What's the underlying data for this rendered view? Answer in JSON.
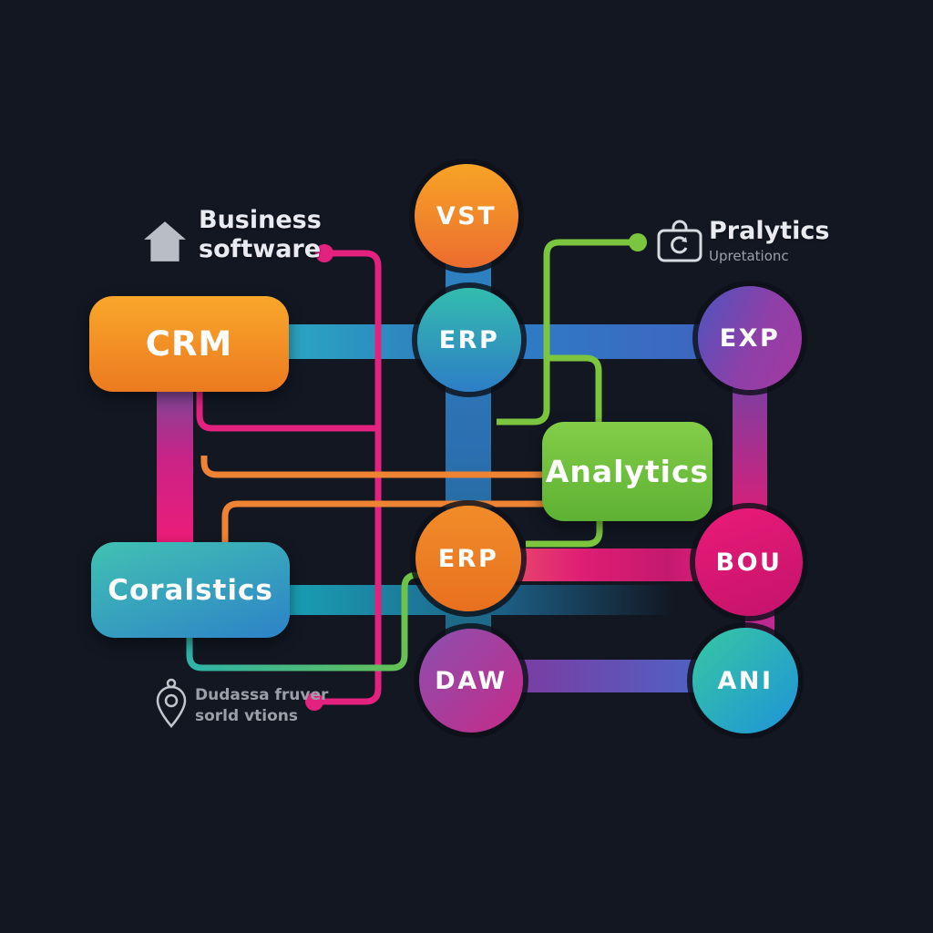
{
  "nodes": {
    "vst": {
      "label": "VST"
    },
    "erp_top": {
      "label": "ERP"
    },
    "exp": {
      "label": "EXP"
    },
    "crm": {
      "label": "CRM"
    },
    "analytics": {
      "label": "Analytics"
    },
    "erp_mid": {
      "label": "ERP"
    },
    "bou": {
      "label": "BOU"
    },
    "coralytics": {
      "label": "Coralstics"
    },
    "daw": {
      "label": "DAW"
    },
    "ani": {
      "label": "ANI"
    }
  },
  "annotations": {
    "business": {
      "line1": "Business",
      "line2": "software"
    },
    "pralytics": {
      "title": "Pralytics",
      "subtitle": "Upretationc"
    },
    "location": {
      "line1": "Dudassa fruver",
      "line2": "sorld vtions"
    }
  },
  "colors": {
    "background": "#121722",
    "pink_line": "#e32280",
    "green_line": "#7cc63f",
    "orange_line": "#ef8334",
    "teal_line_start": "#2fb3a8",
    "teal_line_end": "#74c43e",
    "band_blue": "#2e7fc0",
    "band_pink": "#e01d78",
    "band_purple": "#7a3da0",
    "icon_gray": "#b9bec6",
    "text_primary": "#e9ebf0",
    "text_secondary": "#9aa0a8"
  }
}
